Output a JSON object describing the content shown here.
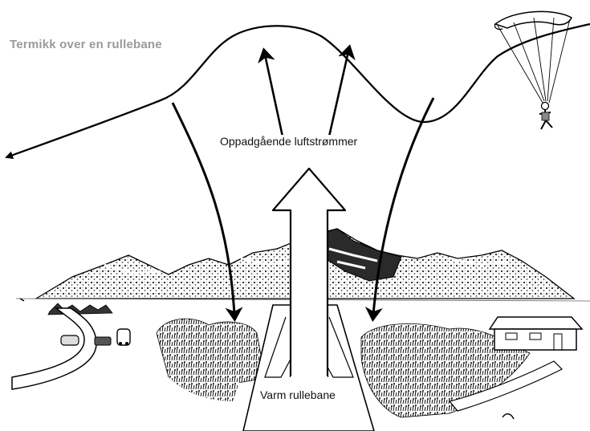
{
  "diagram": {
    "title": "Termikk over en rullebane",
    "updraft_label": "Oppadgående luftstrømmer",
    "runway_label": "Varm rullebane"
  },
  "icons": [
    "paraglider-icon",
    "mountain-range",
    "building-icon",
    "car-icon",
    "tree-cluster"
  ]
}
